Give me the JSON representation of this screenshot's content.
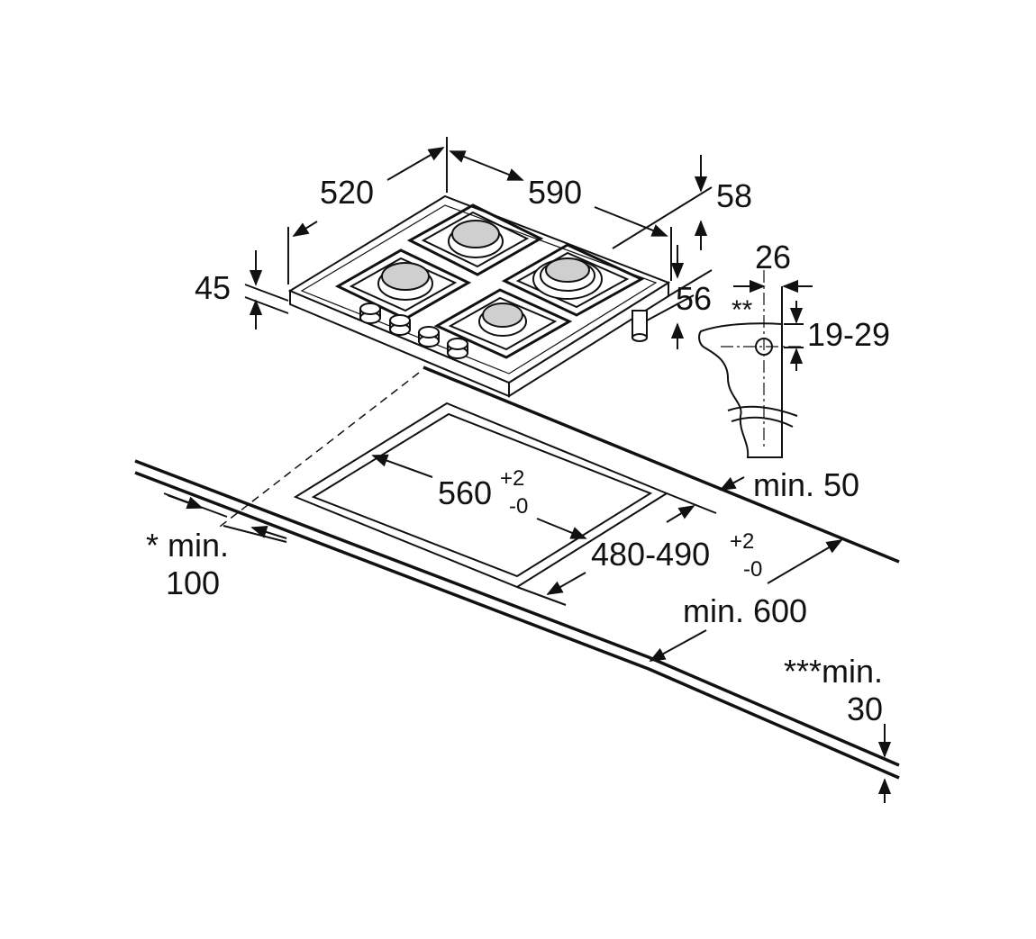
{
  "colors": {
    "line": "#111111",
    "burner_fill": "#cfcfcf",
    "background": "#ffffff"
  },
  "dimensions": {
    "width_depth": "520",
    "width": "590",
    "front_height": "58",
    "height": "45",
    "knob_offset": "56",
    "clip_width": "26",
    "clip_note": "**",
    "clip_range": "19-29",
    "back_clearance": "min. 50",
    "cutout_width_main": "560",
    "cutout_width_plus": "+2",
    "cutout_width_minus": "-0",
    "cutout_depth_main": "480-490",
    "cutout_depth_plus": "+2",
    "cutout_depth_minus": "-0",
    "side_clearance_line1": "* min.",
    "side_clearance_line2": "100",
    "worktop_depth": "min. 600",
    "worktop_thickness_line1": "***min.",
    "worktop_thickness_line2": "30"
  }
}
